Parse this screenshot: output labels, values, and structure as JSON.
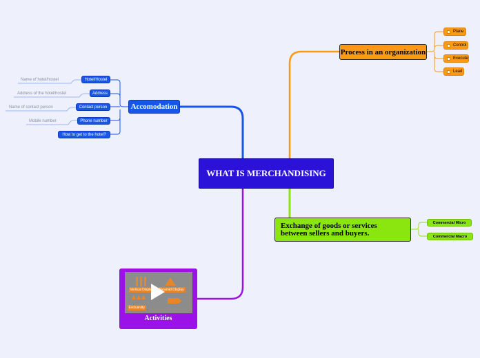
{
  "central": {
    "label": "WHAT IS MERCHANDISING"
  },
  "accomodation": {
    "label": "Accomodation",
    "items": [
      {
        "label": "Hotel/Hostel",
        "detail": "Name of hotel/hostel"
      },
      {
        "label": "Address",
        "detail": "Address of the hotel/hostel"
      },
      {
        "label": "Contact person",
        "detail": "Name of contact person"
      },
      {
        "label": "Phone number",
        "detail": "Mobile number"
      },
      {
        "label": "How to get to the hotel?",
        "detail": ""
      }
    ]
  },
  "process": {
    "label": "Process in an organization",
    "items": [
      "Plane",
      "Control",
      "Execute",
      "Lead"
    ]
  },
  "exchange": {
    "label": "Exchange of goods or services between sellers and buyers.",
    "items": [
      "Commercial Micro",
      "Commercial Macro"
    ]
  },
  "activities": {
    "label": "Activities",
    "thumb_tags": [
      "Vertical Display",
      "Pyramid Display",
      "Exclusivity"
    ]
  },
  "colors": {
    "background": "#eef0fb",
    "central": "#2a12d9",
    "accomodation": "#1756e8",
    "process": "#fb9a12",
    "exchange": "#8be610",
    "activities": "#9b11e8"
  }
}
